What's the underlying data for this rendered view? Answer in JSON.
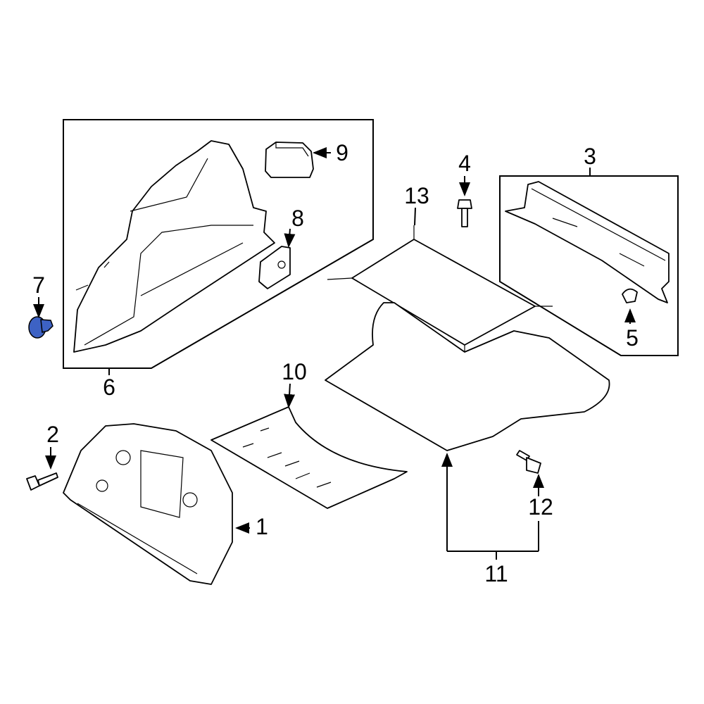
{
  "diagram": {
    "highlight_color": "#3d62c4",
    "callouts": [
      {
        "id": "1",
        "label": "1"
      },
      {
        "id": "2",
        "label": "2"
      },
      {
        "id": "3",
        "label": "3"
      },
      {
        "id": "4",
        "label": "4"
      },
      {
        "id": "5",
        "label": "5"
      },
      {
        "id": "6",
        "label": "6"
      },
      {
        "id": "7",
        "label": "7"
      },
      {
        "id": "8",
        "label": "8"
      },
      {
        "id": "9",
        "label": "9"
      },
      {
        "id": "10",
        "label": "10"
      },
      {
        "id": "11",
        "label": "11"
      },
      {
        "id": "12",
        "label": "12"
      },
      {
        "id": "13",
        "label": "13"
      }
    ]
  }
}
